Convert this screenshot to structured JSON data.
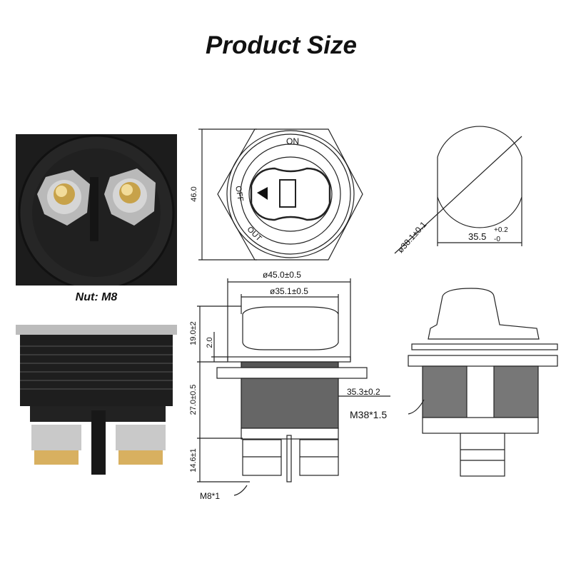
{
  "title": "Product Size",
  "photo_caption": "Nut: M8",
  "top_view": {
    "height_dim": "46.0",
    "labels": {
      "on": "ON",
      "off": "OFF",
      "out": "OUT"
    }
  },
  "cutout": {
    "diameter_dim": "ø38.1±0.1",
    "width_dim": "35.5",
    "width_tol_plus": "+0.2",
    "width_tol_minus": "-0"
  },
  "side_view": {
    "outer_diameter": "ø45.0±0.5",
    "knob_diameter": "ø35.1±0.5",
    "knob_height": "19.0±2",
    "flange_thickness": "2.0",
    "body_height": "27.0±0.5",
    "body_diameter": "35.3±0.2",
    "terminal_height": "14.6±1",
    "terminal_thread": "M8*1"
  },
  "rear_view": {
    "thread": "M38*1.5"
  }
}
